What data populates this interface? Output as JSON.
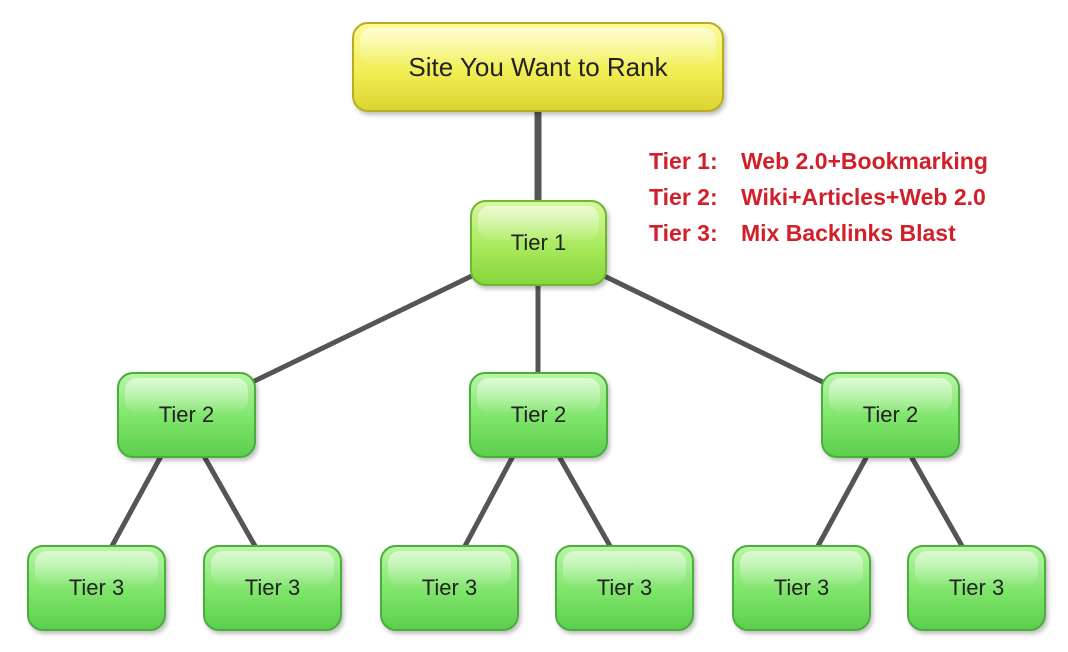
{
  "diagram": {
    "root": {
      "label": "Site You Want to Rank"
    },
    "tier1": {
      "label": "Tier 1"
    },
    "tier2": [
      {
        "label": "Tier 2"
      },
      {
        "label": "Tier 2"
      },
      {
        "label": "Tier 2"
      }
    ],
    "tier3": [
      {
        "label": "Tier 3"
      },
      {
        "label": "Tier 3"
      },
      {
        "label": "Tier 3"
      },
      {
        "label": "Tier 3"
      },
      {
        "label": "Tier 3"
      },
      {
        "label": "Tier 3"
      }
    ]
  },
  "legend": {
    "items": [
      {
        "tier": "Tier 1:",
        "text": "Web 2.0+Bookmarking"
      },
      {
        "tier": "Tier 2:",
        "text": "Wiki+Articles+Web 2.0"
      },
      {
        "tier": "Tier 3:",
        "text": "Mix Backlinks Blast"
      }
    ]
  },
  "colors": {
    "root_fill": "#f1ee55",
    "tier1_fill": "#a8ea5c",
    "tier_fill": "#7ee46a",
    "connector": "#555555",
    "legend_text": "#d2202a"
  }
}
